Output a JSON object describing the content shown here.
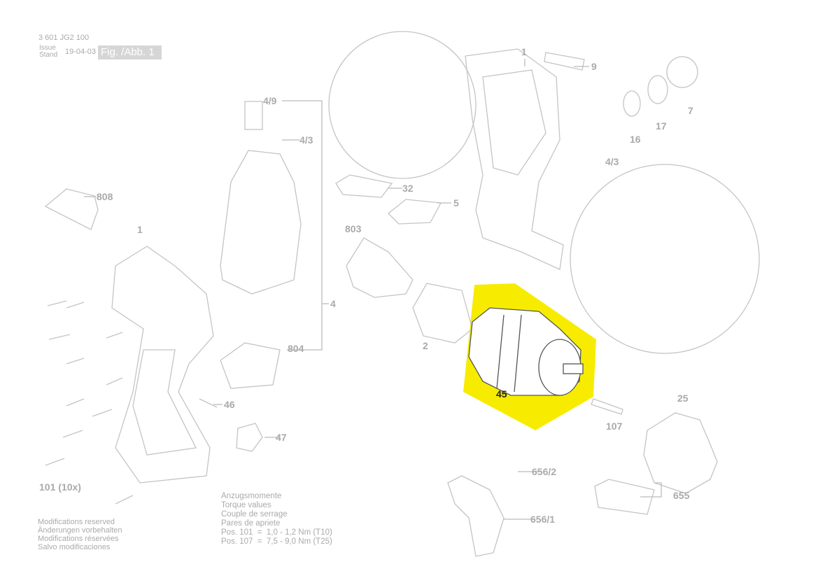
{
  "header": {
    "part_number": "3 601 JG2 100",
    "issue_label": "Issue",
    "stand_label": "Stand",
    "date": "19-04-03",
    "figure_label": "Fig. /Abb. 1"
  },
  "highlight": {
    "part": "45",
    "color": "#f7ec00"
  },
  "callouts": {
    "c1_top": "1",
    "c9": "9",
    "c7": "7",
    "c17": "17",
    "c16": "16",
    "c49": "4/9",
    "c43_left": "4/3",
    "c808": "808",
    "c32": "32",
    "c5": "5",
    "c803": "803",
    "c1_left": "1",
    "c43_right": "4/3",
    "c4": "4",
    "c2": "2",
    "c804": "804",
    "c45": "45",
    "c46": "46",
    "c107": "107",
    "c25": "25",
    "c47": "47",
    "c656_2": "656/2",
    "c101": "101 (10x)",
    "c655": "655",
    "c656_1": "656/1"
  },
  "modifications": [
    "Modifications reserved",
    "Änderungen vorbehalten",
    "Modifications réservées",
    "Salvo modificaciones"
  ],
  "torque": [
    "Anzugsmomente",
    "Torque values",
    "Couple de serrage",
    "Pares de apriete",
    "Pos. 101  =  1,0 - 1,2 Nm (T10)",
    "Pos. 107  =  7,5 - 9,0 Nm (T25)"
  ]
}
